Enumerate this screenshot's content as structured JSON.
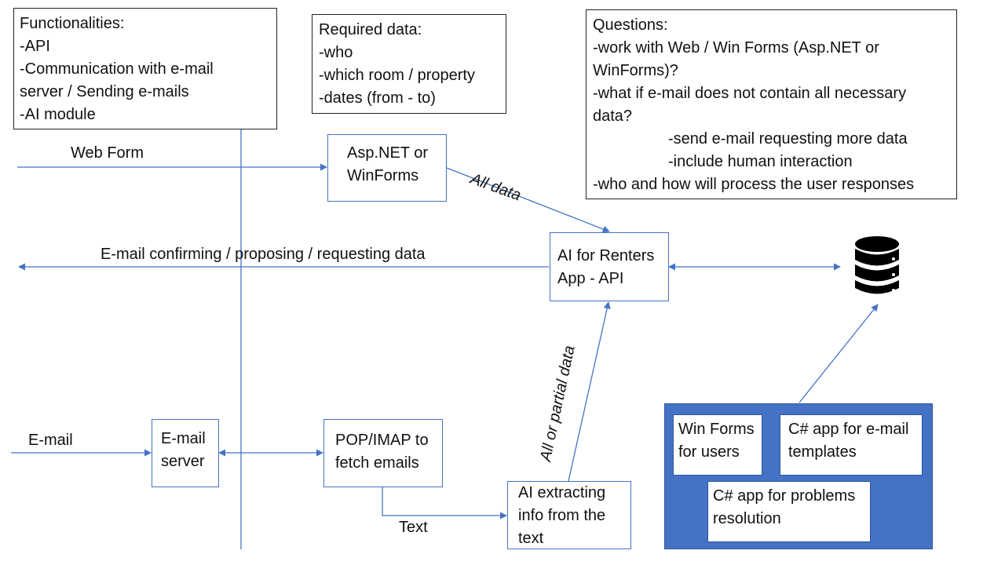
{
  "functionalities": {
    "lines": [
      "Functionalities:",
      "-API",
      "-Communication with e-mail",
      "server / Sending e-mails",
      "-AI module"
    ]
  },
  "required_data": {
    "lines": [
      "Required data:",
      "-who",
      "-which room / property",
      "-dates (from - to)"
    ]
  },
  "questions": {
    "lines": [
      "Questions:",
      "-work with Web / Win Forms (Asp.NET or",
      "WinForms)?",
      "-what if e-mail does not contain all necessary",
      "data?",
      "-send e-mail requesting more data",
      "-include human interaction",
      "-who and how will process the user responses"
    ]
  },
  "nodes": {
    "aspnet": [
      "Asp.NET or",
      "WinForms"
    ],
    "api": [
      "AI for Renters",
      "App - API"
    ],
    "email_server": [
      "E-mail",
      "server"
    ],
    "pop_imap": [
      "POP/IMAP to",
      "fetch emails"
    ],
    "ai_extract": [
      "AI extracting",
      "info from the",
      "text"
    ]
  },
  "edge_labels": {
    "web_form": "Web Form",
    "all_data": "All data",
    "email_confirming": "E-mail confirming / proposing / requesting data",
    "all_or_partial": "All or partial data",
    "email": "E-mail",
    "text": "Text"
  },
  "tools_panel": {
    "win_forms": [
      "Win Forms",
      "for users"
    ],
    "templates": [
      "C# app for e-mail",
      "templates"
    ],
    "problems": [
      "C# app for problems",
      "resolution"
    ]
  },
  "colors": {
    "connector": "#4472c4",
    "panel": "#4472c4",
    "database": "#000000"
  },
  "icons": {
    "database": "database-icon"
  }
}
